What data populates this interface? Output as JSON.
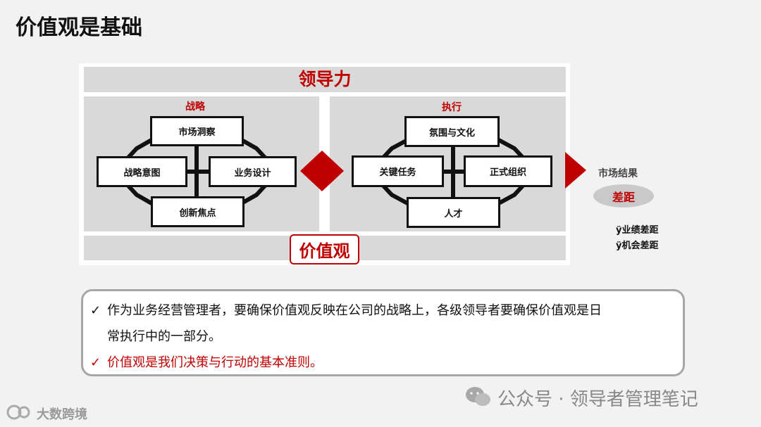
{
  "title": "价值观是基础",
  "diagram": {
    "top_label": "领导力",
    "bottom_label": "价值观",
    "strategy": {
      "title": "战略",
      "top": "市场洞察",
      "left": "战略意图",
      "right": "业务设计",
      "bottom": "创新焦点"
    },
    "execution": {
      "title": "执行",
      "top": "氛围与文化",
      "left": "关键任务",
      "right": "正式组织",
      "bottom": "人才"
    },
    "market_result": "市场结果",
    "gap": "差距",
    "gap_items": [
      "ÿ业绩差距",
      "ÿ机会差距"
    ]
  },
  "notes": {
    "line1a": "作为业务经营管理者，要确保价值观反映在公司的战略上，各级领导者要确保价值观是日",
    "line1b": "常执行中的一部分。",
    "line2": "价值观是我们决策与行动的基本准则。"
  },
  "watermark": {
    "wechat": "公众号 · 领导者管理笔记",
    "logo": "大数跨境"
  },
  "colors": {
    "accent": "#c00000",
    "panel": "#d9d9d9",
    "background": "#f2f2f2"
  }
}
